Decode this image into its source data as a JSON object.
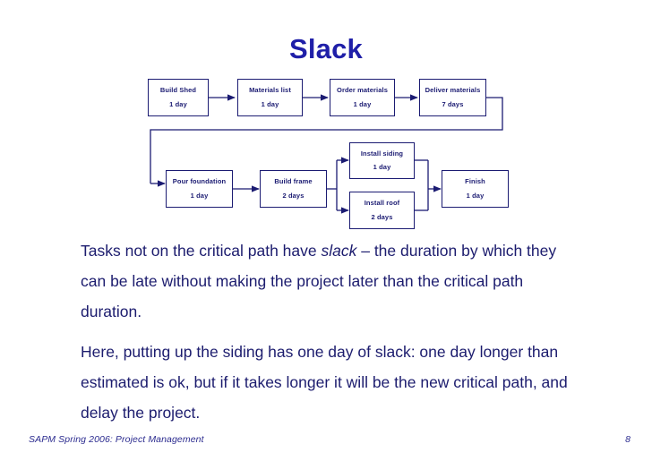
{
  "slide": {
    "title": "Slack",
    "title_color": "#1f1fa8",
    "body_color": "#1c1c6e",
    "diagram_color": "#1b1b72"
  },
  "diagram": {
    "nodes": [
      {
        "id": "build-shed",
        "label": "Build Shed",
        "duration": "1 day"
      },
      {
        "id": "materials-list",
        "label": "Materials list",
        "duration": "1 day"
      },
      {
        "id": "order-materials",
        "label": "Order materials",
        "duration": "1 day"
      },
      {
        "id": "deliver-materials",
        "label": "Deliver materials",
        "duration": "7 days"
      },
      {
        "id": "pour-foundation",
        "label": "Pour foundation",
        "duration": "1 day"
      },
      {
        "id": "build-frame",
        "label": "Build frame",
        "duration": "2 days"
      },
      {
        "id": "install-siding",
        "label": "Install siding",
        "duration": "1 day"
      },
      {
        "id": "install-roof",
        "label": "Install roof",
        "duration": "2 days"
      },
      {
        "id": "finish",
        "label": "Finish",
        "duration": "1 day"
      }
    ]
  },
  "body": {
    "paragraph_1_part_1": "Tasks not on the critical path have ",
    "paragraph_1_emphasis": "slack",
    "paragraph_1_part_2": " – the duration by which they can be late without making the project later than the critical path duration.",
    "paragraph_2": "Here, putting up the siding has one day of slack: one day longer than estimated is ok, but if it takes longer it will be the new critical path, and delay the project."
  },
  "footer": {
    "text": "SAPM Spring 2006: Project Management",
    "page": "8"
  }
}
